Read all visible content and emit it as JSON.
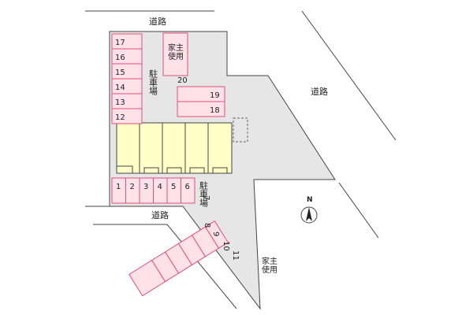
{
  "map": {
    "road_labels": [
      "道路",
      "道路",
      "道路"
    ],
    "parking_labels": [
      "駐車場",
      "駐車場"
    ],
    "owner_labels": [
      "家主使用",
      "家主使用"
    ],
    "north_label": "N",
    "spaces_left_column": [
      "17",
      "16",
      "15",
      "14",
      "13",
      "12"
    ],
    "space_owner_top": "20",
    "spaces_right_pair": [
      "19",
      "18"
    ],
    "spaces_bottom_row": [
      "1",
      "2",
      "3",
      "4",
      "5",
      "6"
    ],
    "spaces_diagonal": [
      "7",
      "8",
      "9",
      "10",
      "11"
    ],
    "colors": {
      "lot": "#e6e6e6",
      "building": "#ffffc8",
      "parking_fill": "#ffe1e8",
      "parking_border": "#e0507a",
      "lines": "#444444"
    }
  }
}
